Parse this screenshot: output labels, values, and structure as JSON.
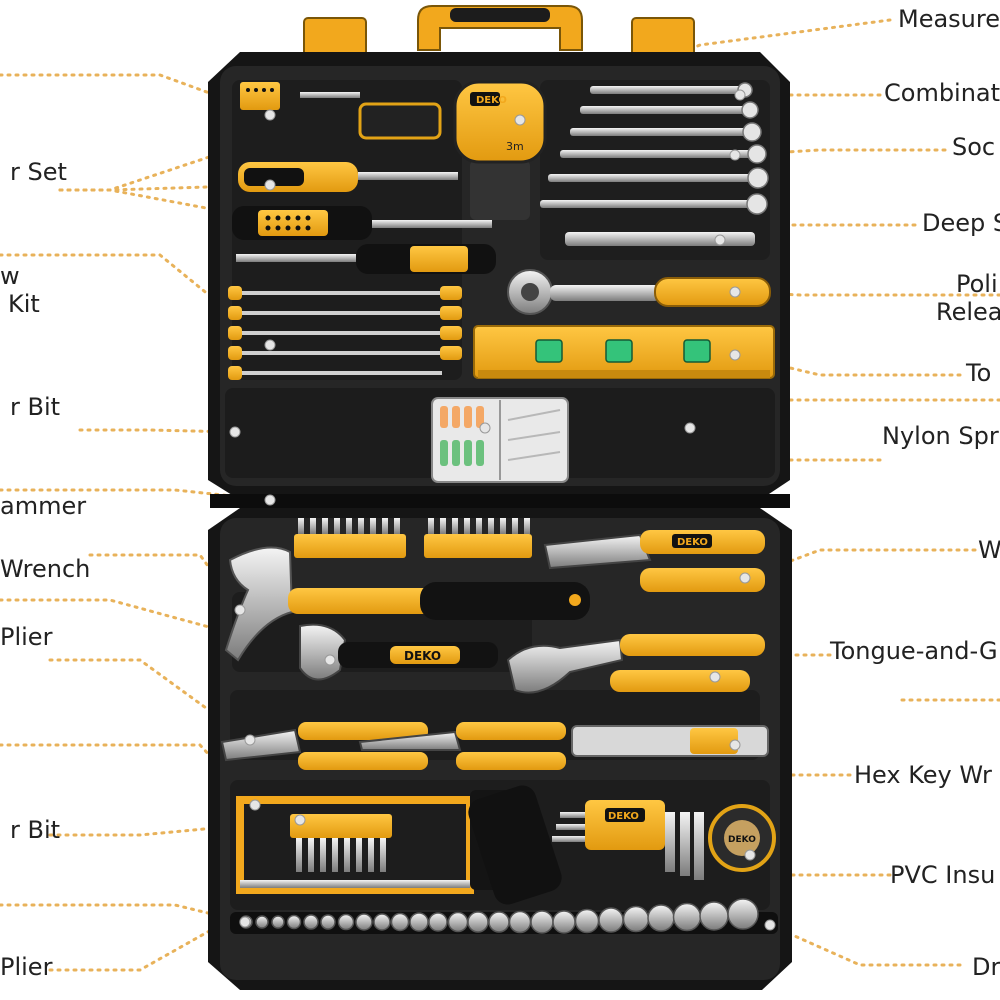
{
  "labels_left": [
    {
      "id": "screwdriver-set",
      "lines": [
        "r Set"
      ]
    },
    {
      "id": "precision-screwdriver-kit",
      "lines": [
        "w",
        "Kit"
      ]
    },
    {
      "id": "screwdriver-bit-upper",
      "lines": [
        "r Bit"
      ]
    },
    {
      "id": "hammer",
      "lines": [
        "ammer"
      ]
    },
    {
      "id": "adjustable-wrench",
      "lines": [
        "Wrench"
      ]
    },
    {
      "id": "plier-upper",
      "lines": [
        "Plier"
      ]
    },
    {
      "id": "screwdriver-bit-lower",
      "lines": [
        "r Bit"
      ]
    },
    {
      "id": "plier-lower",
      "lines": [
        "Plier"
      ]
    }
  ],
  "labels_right": [
    {
      "id": "measure-tape",
      "lines": [
        "Measure"
      ]
    },
    {
      "id": "combination-wrench",
      "lines": [
        "Combinat"
      ]
    },
    {
      "id": "socket",
      "lines": [
        "Soc"
      ]
    },
    {
      "id": "deep-socket",
      "lines": [
        "Deep S"
      ]
    },
    {
      "id": "quick-release",
      "lines": [
        "Poli",
        "Relea"
      ]
    },
    {
      "id": "torpedo-level",
      "lines": [
        "To"
      ]
    },
    {
      "id": "nylon-spring",
      "lines": [
        "Nylon Spr"
      ]
    },
    {
      "id": "wire-stripper",
      "lines": [
        "W"
      ]
    },
    {
      "id": "tongue-and-groove",
      "lines": [
        "Tongue-and-G"
      ]
    },
    {
      "id": "hex-key-wrench",
      "lines": [
        "Hex Key Wr"
      ]
    },
    {
      "id": "pvc-tape",
      "lines": [
        "PVC Insu"
      ]
    },
    {
      "id": "drive",
      "lines": [
        "Dr"
      ]
    }
  ],
  "product_markings": {
    "brand": "DEKO",
    "tape_brand": "DEKO",
    "tape_size": "3m"
  },
  "colors": {
    "case": "#1b1b1b",
    "tray": "#2b2b2b",
    "accent_yellow": "#f2a81d",
    "leader_dots": "#e8b25a"
  }
}
